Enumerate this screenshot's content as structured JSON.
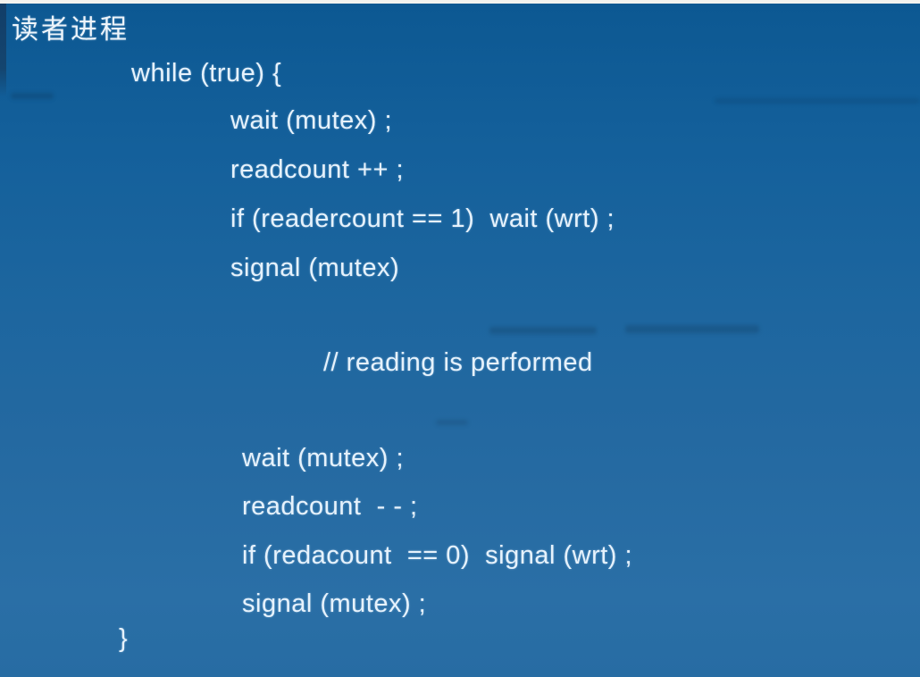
{
  "slide": {
    "title": "读者进程",
    "code": {
      "while_open": "while (true) {",
      "block1": [
        "wait (mutex) ;",
        "readcount ++ ;",
        "if (readercount == 1)  wait (wrt) ;",
        "signal (mutex)"
      ],
      "comment": "// reading is performed",
      "block2": [
        "wait (mutex) ;",
        "readcount  - - ;",
        "if (redacount  == 0)  signal (wrt) ;",
        "signal (mutex) ;"
      ],
      "closing_brace": "}"
    },
    "colors": {
      "background_top": "#0c5892",
      "background_bottom": "#2a6fa6",
      "text": "#e6f2fc",
      "top_edge": "#f2f2ee",
      "left_edge": "#123e68"
    }
  }
}
